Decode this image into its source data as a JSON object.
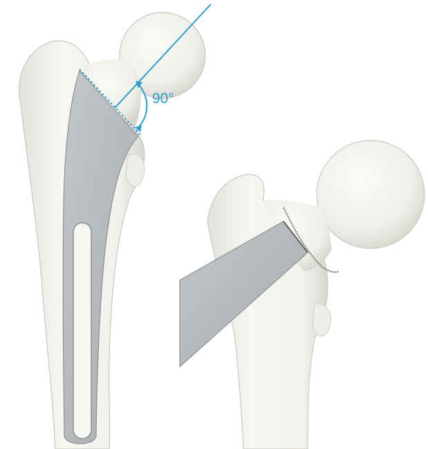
{
  "annotation": {
    "angle_label": "90°",
    "line_color": "#2a9ec4"
  },
  "colors": {
    "bone_fill": "#f4f3ee",
    "bone_shadow": "#dcdbd3",
    "bone_outline": "#c9c8c0",
    "blade_fill": "#b8bbbd",
    "blade_edge": "#8c8f91",
    "slot_fill": "#f7f7f4"
  },
  "panels": [
    {
      "id": "left",
      "subject": "femur-with-blade-plate"
    },
    {
      "id": "right",
      "subject": "femur-with-chisel"
    }
  ]
}
